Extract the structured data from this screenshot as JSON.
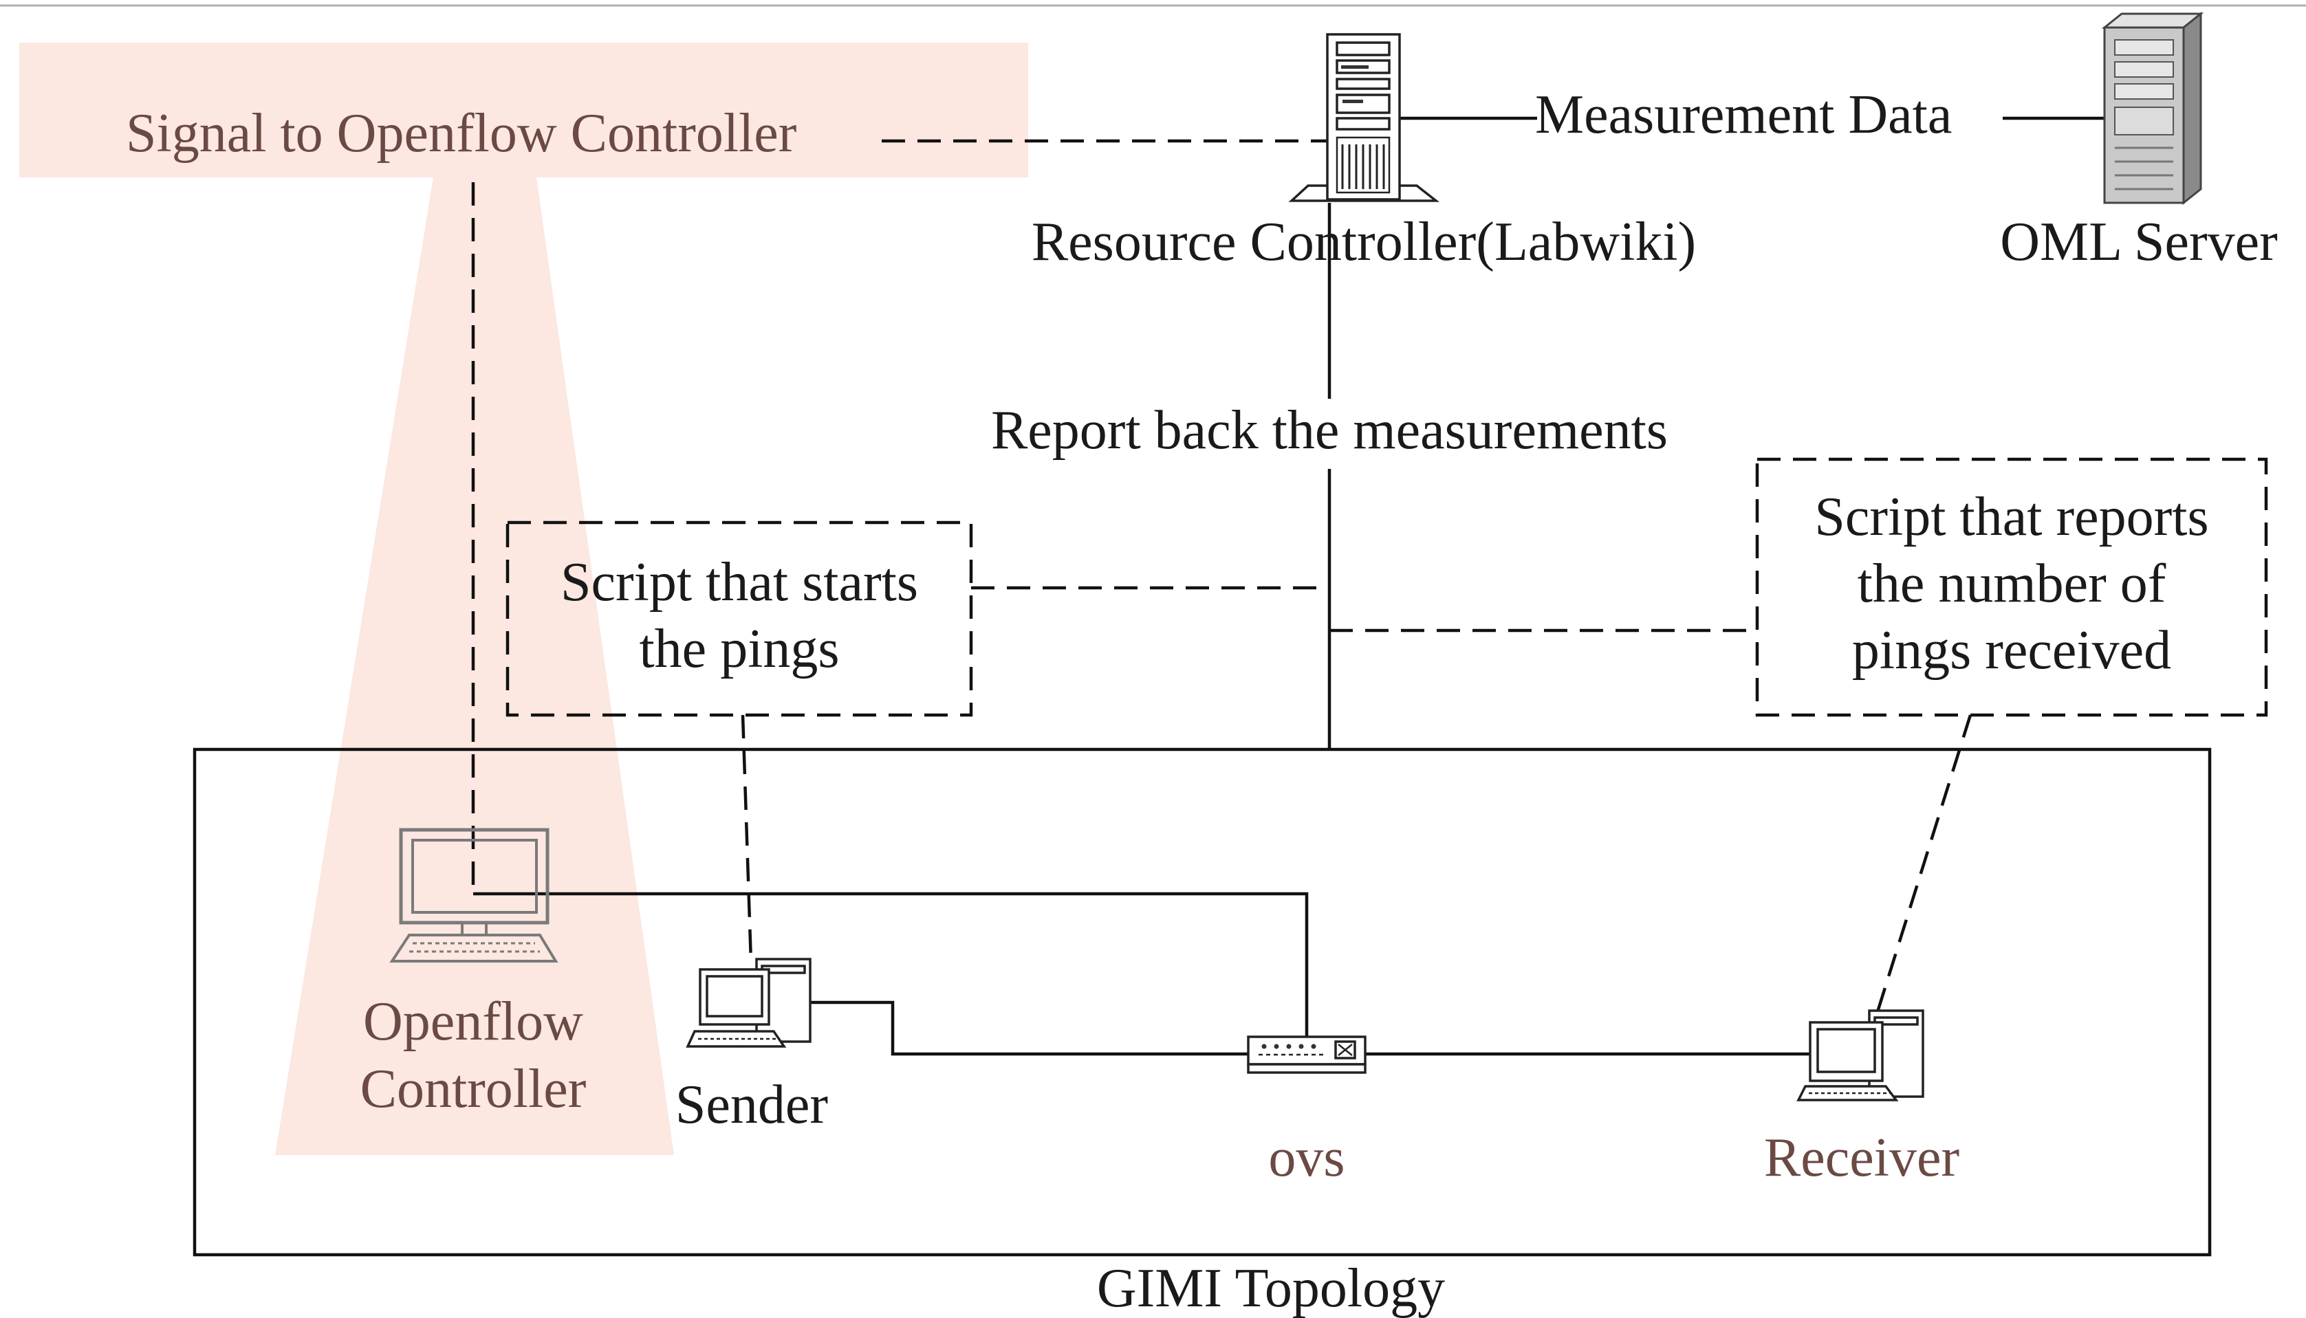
{
  "nodes": {
    "resource_controller": "Resource Controller(Labwiki)",
    "oml_server": "OML Server",
    "openflow_controller_line1": "Openflow",
    "openflow_controller_line2": "Controller",
    "sender": "Sender",
    "ovs": "ovs",
    "receiver": "Receiver"
  },
  "edge_labels": {
    "signal": "Signal to Openflow Controller",
    "measurement_data": "Measurement Data",
    "report_back": "Report back the measurements"
  },
  "scripts": {
    "start_pings": [
      "Script that starts",
      "the pings"
    ],
    "report_pings": [
      "Script that reports",
      "the number of",
      "pings received"
    ]
  },
  "group_label": "GIMI Topology",
  "icons": {
    "resource_controller": "tower-server-icon",
    "oml_server": "server-icon",
    "openflow_controller": "laptop-icon",
    "sender": "workstation-icon",
    "ovs": "switch-icon",
    "receiver": "workstation-icon"
  },
  "colors": {
    "highlight": "#fbe3dc",
    "highlight_text": "#6b4a44",
    "line": "#111111"
  }
}
